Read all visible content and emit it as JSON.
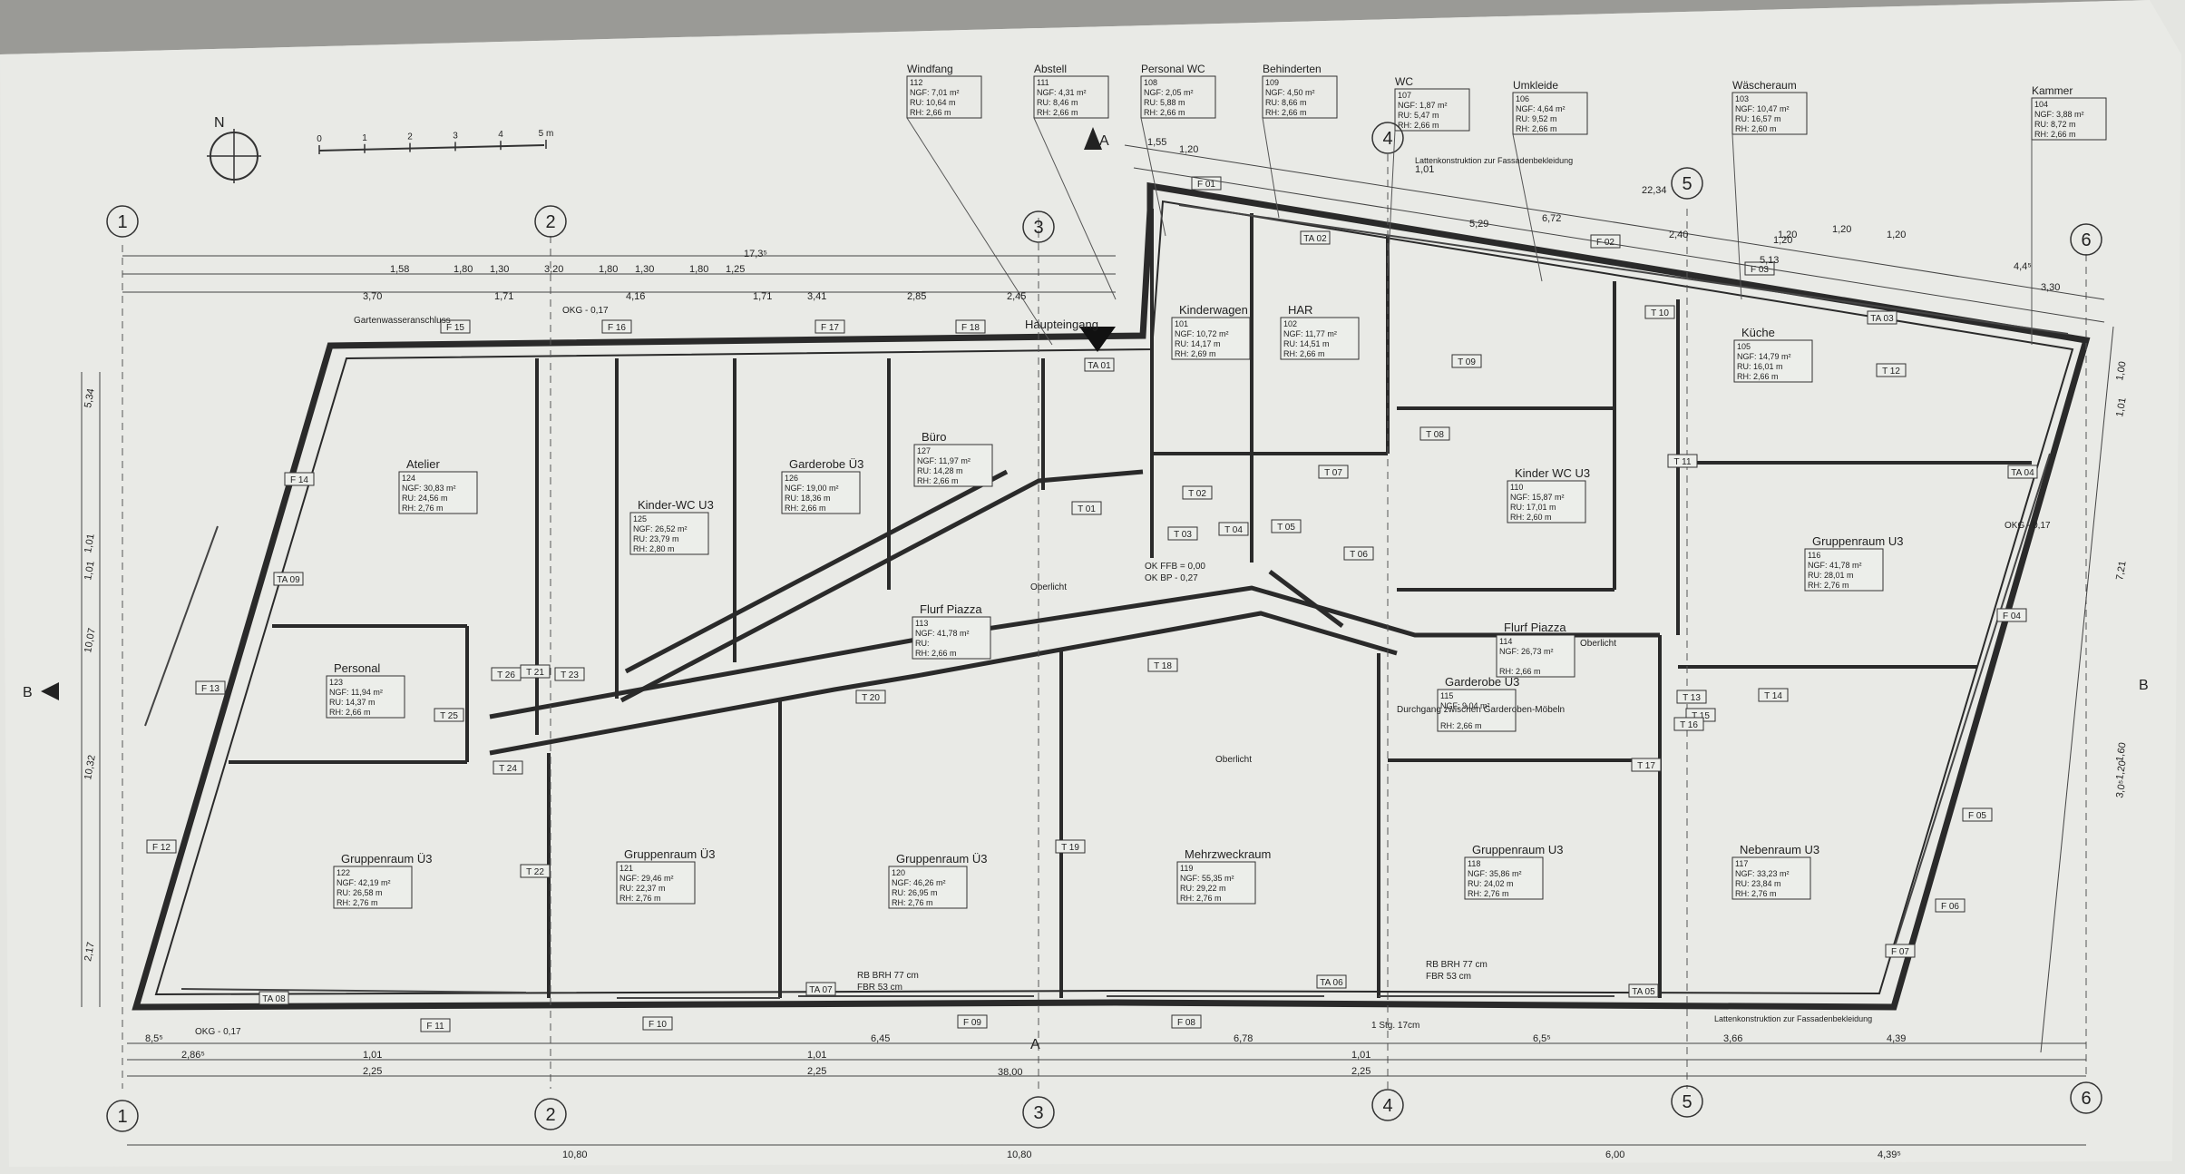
{
  "scale_bar": {
    "labels": [
      "0",
      "1",
      "2",
      "3",
      "4",
      "5 m"
    ]
  },
  "north_label": "N",
  "section_marks": [
    "A",
    "A",
    "B",
    "B"
  ],
  "grid_axes": [
    "1",
    "2",
    "3",
    "4",
    "5",
    "6"
  ],
  "top_rooms": [
    {
      "name": "Windfang",
      "num": "112",
      "ngf": "NGF: 7,01 m²",
      "ru": "RU: 10,64 m",
      "rh": "RH: 2,66 m"
    },
    {
      "name": "Abstell",
      "num": "111",
      "ngf": "NGF: 4,31 m²",
      "ru": "RU: 8,46 m",
      "rh": "RH: 2,66 m"
    },
    {
      "name": "Personal WC",
      "num": "108",
      "ngf": "NGF: 2,05 m²",
      "ru": "RU: 5,88 m",
      "rh": "RH: 2,66 m"
    },
    {
      "name": "Behinderten",
      "num": "109",
      "ngf": "NGF: 4,50 m²",
      "ru": "RU: 8,66 m",
      "rh": "RH: 2,66 m"
    },
    {
      "name": "WC",
      "num": "107",
      "ngf": "NGF: 1,87 m²",
      "ru": "RU: 5,47 m",
      "rh": "RH: 2,66 m"
    },
    {
      "name": "Umkleide",
      "num": "106",
      "ngf": "NGF: 4,64 m²",
      "ru": "RU: 9,52 m",
      "rh": "RH: 2,66 m"
    },
    {
      "name": "Wäscheraum",
      "num": "103",
      "ngf": "NGF: 10,47 m²",
      "ru": "RU: 16,57 m",
      "rh": "RH: 2,60 m"
    },
    {
      "name": "Kammer",
      "num": "104",
      "ngf": "NGF: 3,88 m²",
      "ru": "RU: 8,72 m",
      "rh": "RH: 2,66 m"
    }
  ],
  "rooms": [
    {
      "name": "Atelier",
      "num": "124",
      "ngf": "NGF: 30,83 m²",
      "ru": "RU: 24,56 m",
      "rh": "RH: 2,76 m"
    },
    {
      "name": "Kinder-WC U3",
      "num": "125",
      "ngf": "NGF: 26,52 m²",
      "ru": "RU: 23,79 m",
      "rh": "RH: 2,80 m"
    },
    {
      "name": "Garderobe Ü3",
      "num": "126",
      "ngf": "NGF: 19,00 m²",
      "ru": "RU: 18,36 m",
      "rh": "RH: 2,66 m"
    },
    {
      "name": "Büro",
      "num": "127",
      "ngf": "NGF: 11,97 m²",
      "ru": "RU: 14,28 m",
      "rh": "RH: 2,66 m"
    },
    {
      "name": "Kinderwagen",
      "num": "101",
      "ngf": "NGF: 10,72 m²",
      "ru": "RU: 14,17 m",
      "rh": "RH: 2,69 m"
    },
    {
      "name": "HAR",
      "num": "102",
      "ngf": "NGF: 11,77 m²",
      "ru": "RU: 14,51 m",
      "rh": "RH: 2,66 m"
    },
    {
      "name": "Küche",
      "num": "105",
      "ngf": "NGF: 14,79 m²",
      "ru": "RU: 16,01 m",
      "rh": "RH: 2,66 m"
    },
    {
      "name": "Kinder WC U3",
      "num": "110",
      "ngf": "NGF: 15,87 m²",
      "ru": "RU: 17,01 m",
      "rh": "RH: 2,60 m"
    },
    {
      "name": "Gruppenraum U3",
      "num": "116",
      "ngf": "NGF: 41,78 m²",
      "ru": "RU: 28,01 m",
      "rh": "RH: 2,76 m"
    },
    {
      "name": "Personal",
      "num": "123",
      "ngf": "NGF: 11,94 m²",
      "ru": "RU: 14,37 m",
      "rh": "RH: 2,66 m"
    },
    {
      "name": "Flurf Piazza",
      "num": "113",
      "ngf": "NGF: 41,78 m²",
      "ru": "RU: ",
      "rh": "RH: 2,66 m"
    },
    {
      "name": "Flurf Piazza",
      "num": "114",
      "ngf": "NGF: 26,73 m²",
      "ru": "",
      "rh": "RH: 2,66 m"
    },
    {
      "name": "Garderobe U3",
      "num": "115",
      "ngf": "NGF: 9,04 m²",
      "ru": "",
      "rh": "RH: 2,66 m"
    },
    {
      "name": "Gruppenraum Ü3",
      "num": "122",
      "ngf": "NGF: 42,19 m²",
      "ru": "RU: 26,58 m",
      "rh": "RH: 2,76 m"
    },
    {
      "name": "Gruppenraum Ü3",
      "num": "121",
      "ngf": "NGF: 29,46 m²",
      "ru": "RU: 22,37 m",
      "rh": "RH: 2,76 m"
    },
    {
      "name": "Gruppenraum Ü3",
      "num": "120",
      "ngf": "NGF: 46,26 m²",
      "ru": "RU: 26,95 m",
      "rh": "RH: 2,76 m"
    },
    {
      "name": "Mehrzweckraum",
      "num": "119",
      "ngf": "NGF: 55,35 m²",
      "ru": "RU: 29,22 m",
      "rh": "RH: 2,76 m"
    },
    {
      "name": "Gruppenraum U3",
      "num": "118",
      "ngf": "NGF: 35,86 m²",
      "ru": "RU: 24,02 m",
      "rh": "RH: 2,76 m"
    },
    {
      "name": "Nebenraum U3",
      "num": "117",
      "ngf": "NGF: 33,23 m²",
      "ru": "RU: 23,84 m",
      "rh": "RH: 2,76 m"
    }
  ],
  "tags": [
    "F 15",
    "F 16",
    "F 17",
    "F 18",
    "F 01",
    "F 02",
    "F 03",
    "F 04",
    "F 05",
    "F 06",
    "F 07",
    "F 08",
    "F 09",
    "F 10",
    "F 11",
    "F 12",
    "F 13",
    "F 14",
    "TA 01",
    "TA 02",
    "TA 03",
    "TA 04",
    "TA 05",
    "TA 06",
    "TA 07",
    "TA 08",
    "TA 09",
    "T 01",
    "T 02",
    "T 03",
    "T 04",
    "T 05",
    "T 06",
    "T 07",
    "T 08",
    "T 09",
    "T 10",
    "T 11",
    "T 12",
    "T 13",
    "T 14",
    "T 15",
    "T 16",
    "T 17",
    "T 18",
    "T 19",
    "T 20",
    "T 21",
    "T 22",
    "T 23",
    "T 24",
    "T 25",
    "T 26"
  ],
  "labels": {
    "haupteingang": "Haupteingang",
    "okfbb": "OK FFB = 0,00",
    "okbp": "OK BP - 0,27",
    "okg_left": "OKG - 0,17",
    "okg_right": "OKG - 0,17",
    "okg_bottom": "OKG - 0,17",
    "oberlicht1": "Oberlicht",
    "oberlicht2": "Oberlicht",
    "oberlicht3": "Oberlicht",
    "garten": "Gartenwasseranschluss",
    "stg1": "1 Stg. 17cm",
    "durchgang": "Durchgang zwischen Garderoben-Möbeln",
    "fassade": "Lattenkonstruktion zur Fassadenbekleidung",
    "rb_brh": "RB BRH 77 cm",
    "fbr": "FBR 53 cm"
  },
  "dimensions": {
    "top_total": "17,3⁵",
    "top_right_total": "22,34",
    "bottom_total": "38,00",
    "bottom_row": [
      "2,86⁵",
      "1,01",
      "2,25",
      "10,80",
      "1,01",
      "2,25",
      "10,80",
      "1,01",
      "2,25",
      "6,00",
      "4,39⁵"
    ],
    "top_row": [
      "1,58",
      "1,80",
      "1,30",
      "3,20",
      "1,80",
      "1,30",
      "1,80",
      "1,25",
      "3,70",
      "1,71",
      "4,16",
      "1,71",
      "3,41",
      "2,85",
      "2,45"
    ],
    "right_top_row": [
      "1,55",
      "1,20",
      "1,01",
      "5,29",
      "6,72",
      "2,40",
      "1,20",
      "4,4⁵",
      "3,30",
      "1,20",
      "1,20",
      "5,13",
      "1,20"
    ],
    "left_col": [
      "10,32",
      "5,34",
      "1,01",
      "1,01",
      "10,07",
      "2,17"
    ],
    "right_col": [
      "1,00",
      "1,01",
      "1,60",
      "1,20",
      "3,0⁵",
      "7,21"
    ],
    "bottom_mid": [
      "8,5⁵",
      "6,45",
      "6,78",
      "6,5⁵",
      "3,66",
      "4,39"
    ]
  },
  "colors": {
    "paper": "#e6e7e3",
    "ink": "#2a2a2a",
    "background": "#9a9a96"
  }
}
